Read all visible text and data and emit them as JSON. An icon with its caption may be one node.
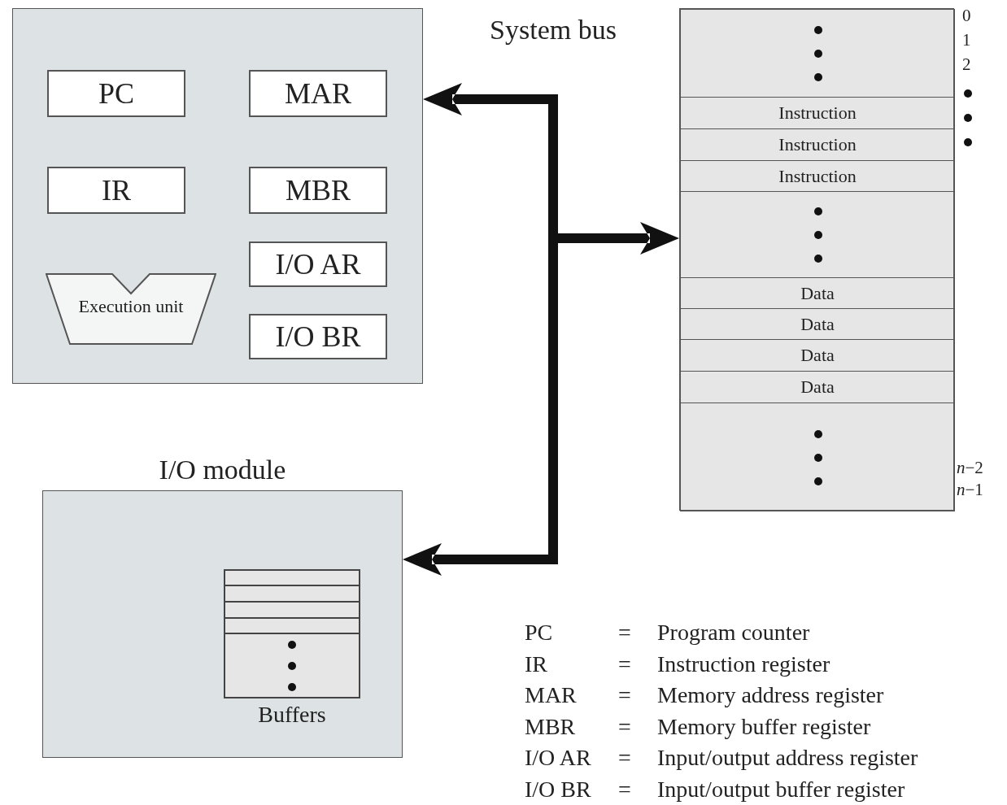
{
  "diagram": {
    "nodes": [
      {
        "text": [],
        "shape": "box"
      },
      {
        "text": [
          "PC"
        ],
        "in": 0
      },
      {
        "text": [
          "MAR"
        ],
        "in": 0
      },
      {
        "text": [
          "IR"
        ],
        "in": 0
      },
      {
        "text": [
          "MBR"
        ],
        "in": 0
      },
      {
        "text": [
          "I/O AR"
        ],
        "in": 0
      },
      {
        "text": [
          "Execution unit"
        ],
        "in": 0
      },
      {
        "text": [
          "I/O BR"
        ],
        "in": 0
      },
      {
        "text": [],
        "shape": "bar"
      },
      {
        "text": [],
        "shape": "box"
      },
      {
        "text": [],
        "shape": "box",
        "in": 9,
        "beside": [
          "0",
          "1",
          "2"
        ]
      },
      {
        "text": [
          "Instruction"
        ],
        "in": 9
      },
      {
        "text": [
          "Instruction"
        ],
        "in": 9
      },
      {
        "text": [
          "Instruction"
        ],
        "in": 9
      },
      {
        "text": [],
        "shape": "box",
        "in": 9
      },
      {
        "text": [
          "Data"
        ],
        "in": 9
      },
      {
        "text": [
          "Data"
        ],
        "in": 9
      },
      {
        "text": [
          "Data"
        ],
        "in": 9
      },
      {
        "text": [
          "Data"
        ],
        "in": 9
      },
      {
        "text": [],
        "shape": "box",
        "in": 9,
        "beside": [
          "*n*−2",
          "*n*−1"
        ]
      },
      {
        "text": [
          "I/O module"
        ]
      },
      {
        "text": [
          "Buffers"
        ],
        "in": 20
      }
    ],
    "edges": [
      {
        "from": 8,
        "to": 0,
        "arrow": "to",
        "style": "thick"
      },
      {
        "from": 8,
        "to": 9,
        "arrow": "to",
        "style": "thick"
      },
      {
        "from": 8,
        "to": 20,
        "arrow": "to",
        "style": "thick"
      }
    ],
    "labels": [
      "System bus",
      "PC",
      "=",
      "Program counter",
      "IR",
      "=",
      "Instruction register",
      "MAR",
      "=",
      "Memory address register",
      "MBR",
      "=",
      "Memory buffer register",
      "I/O AR",
      "=",
      "Input/output address register",
      "I/O BR",
      "=",
      "Input/output buffer register"
    ]
  }
}
